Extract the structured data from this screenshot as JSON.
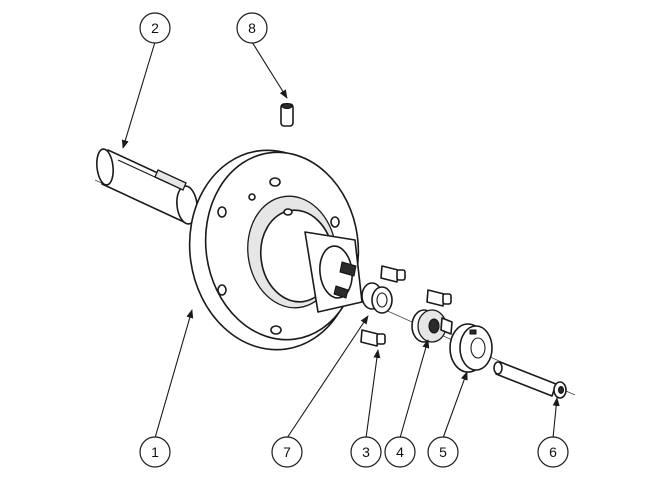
{
  "balloons": [
    {
      "label": "1"
    },
    {
      "label": "2"
    },
    {
      "label": "3"
    },
    {
      "label": "4"
    },
    {
      "label": "5"
    },
    {
      "label": "6"
    },
    {
      "label": "7"
    },
    {
      "label": "8"
    }
  ],
  "colors": {
    "line": "#1a1a1a",
    "background": "#ffffff"
  }
}
